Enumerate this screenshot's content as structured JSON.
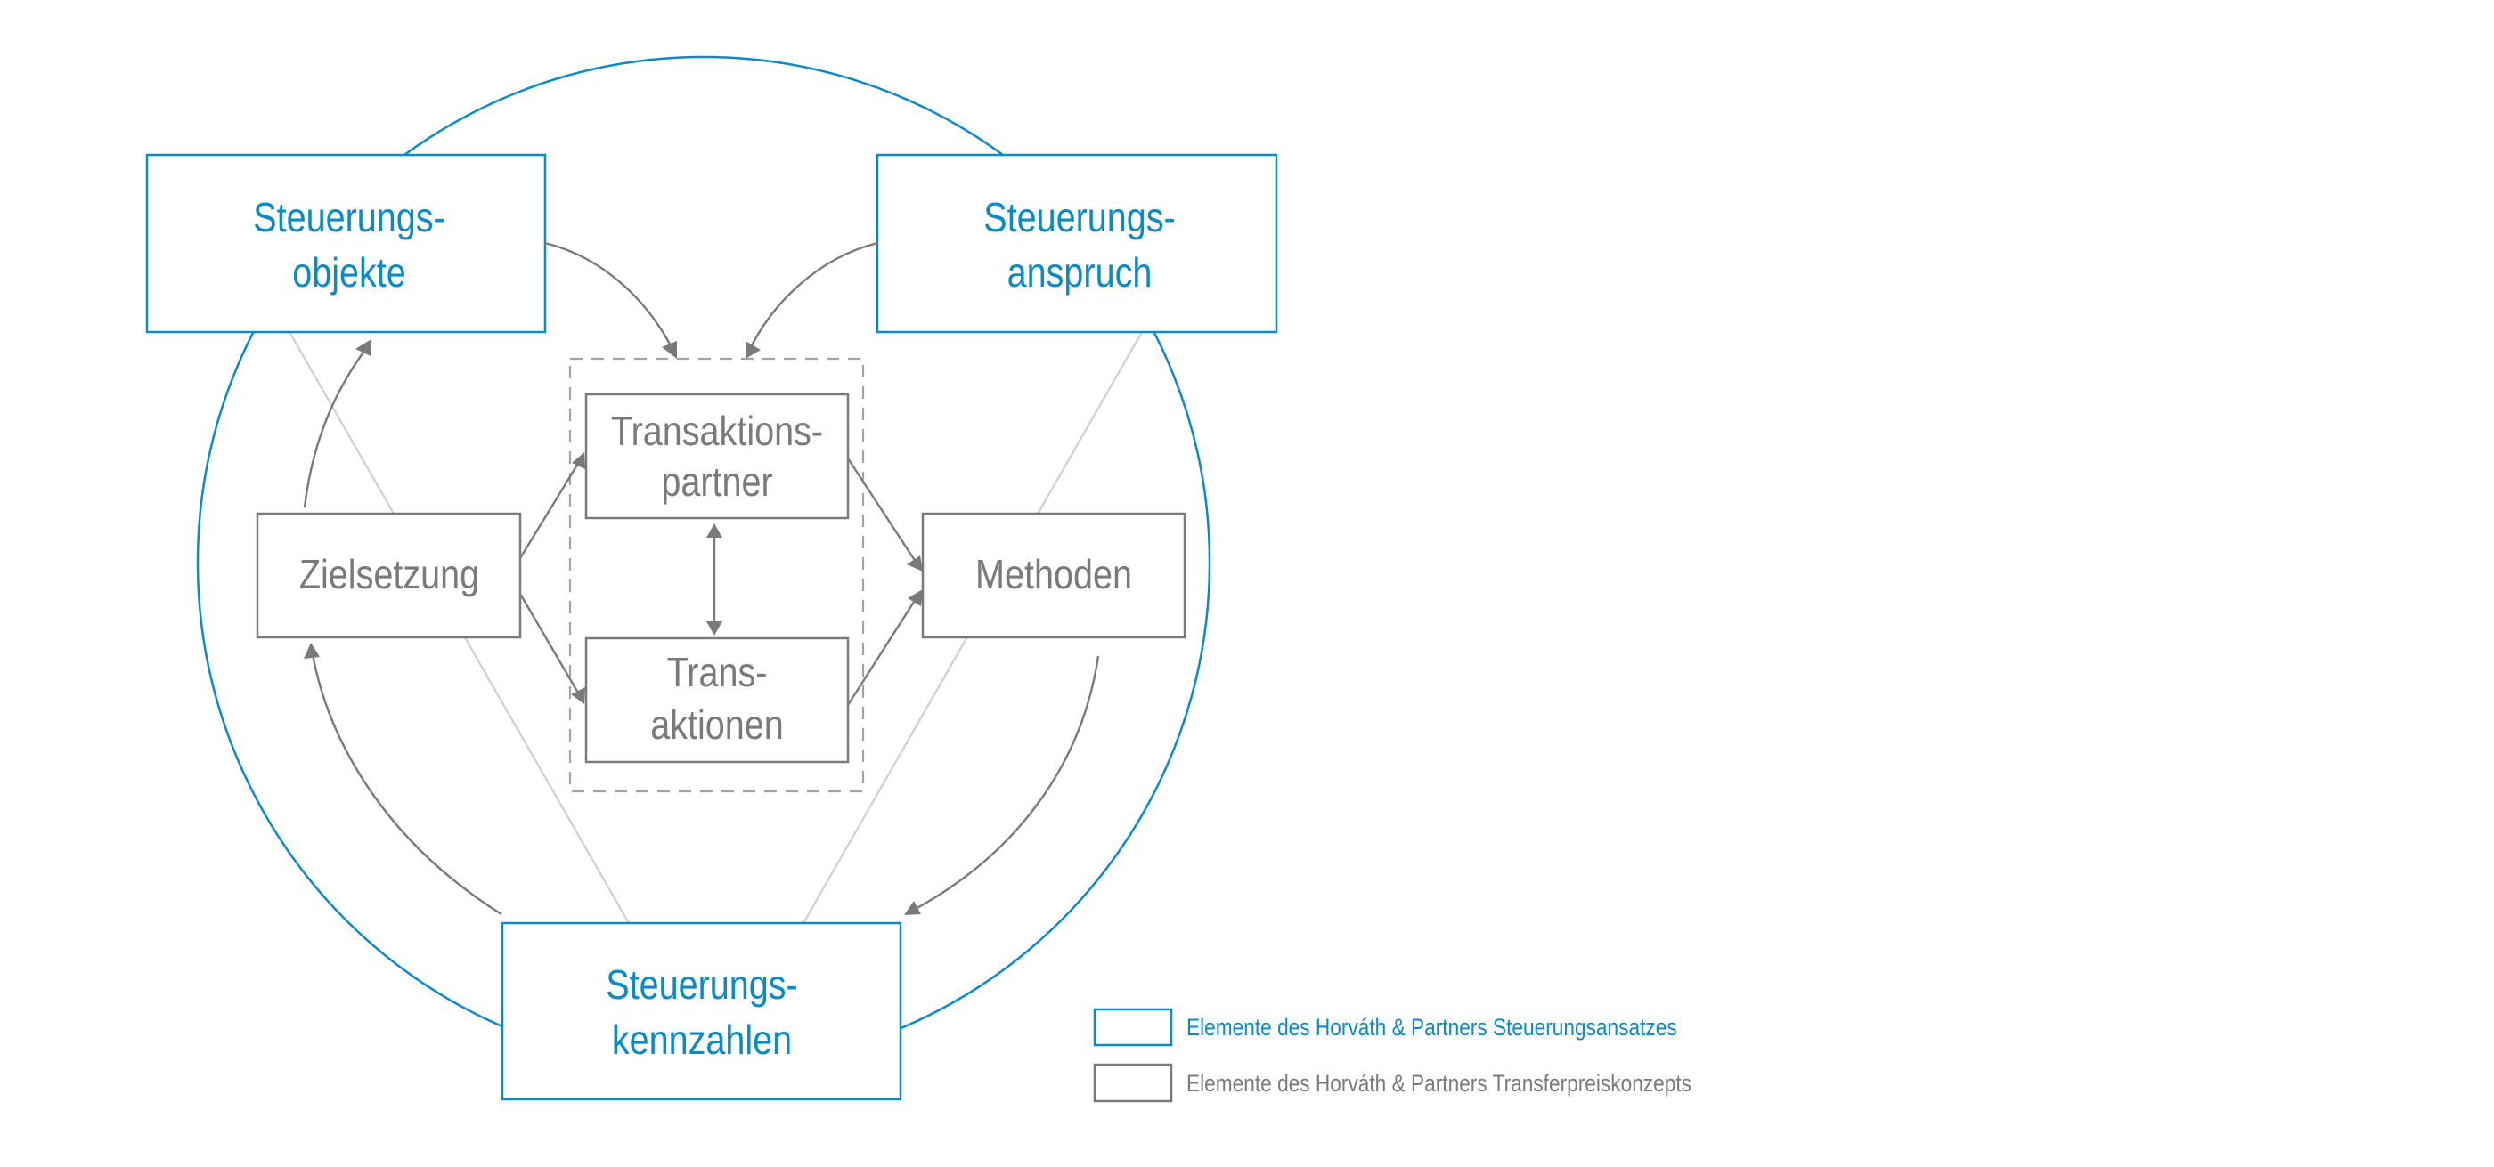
{
  "diagram": {
    "type": "cycle-diagram",
    "colors": {
      "accent_blue": "#0a8ac6",
      "grey": "#7a7a7a",
      "light_grey": "#cfcfcf",
      "dashed": "#a3a3a3"
    },
    "nodes": {
      "steuerungsobjekte": {
        "line1": "Steuerungs-",
        "line2": "objekte",
        "group": "steuerungsansatz"
      },
      "steuerungsanspruch": {
        "line1": "Steuerungs-",
        "line2": "anspruch",
        "group": "steuerungsansatz"
      },
      "steuerungskennzahlen": {
        "line1": "Steuerungs-",
        "line2": "kennzahlen",
        "group": "steuerungsansatz"
      },
      "zielsetzung": {
        "line1": "Zielsetzung",
        "group": "transferpreiskonzept"
      },
      "methoden": {
        "line1": "Methoden",
        "group": "transferpreiskonzept"
      },
      "transaktionspartner": {
        "line1": "Transaktions-",
        "line2": "partner",
        "group": "transferpreiskonzept"
      },
      "transaktionen": {
        "line1": "Trans-",
        "line2": "aktionen",
        "group": "transferpreiskonzept"
      }
    },
    "edges": [
      {
        "from": "steuerungsobjekte",
        "to": "transaktions-group",
        "style": "arrow"
      },
      {
        "from": "steuerungsanspruch",
        "to": "transaktions-group",
        "style": "arrow"
      },
      {
        "from": "zielsetzung",
        "to": "steuerungsobjekte",
        "style": "arrow"
      },
      {
        "from": "zielsetzung",
        "to": "transaktionspartner",
        "style": "arrow"
      },
      {
        "from": "zielsetzung",
        "to": "transaktionen",
        "style": "arrow"
      },
      {
        "from": "transaktionspartner",
        "to": "transaktionen",
        "style": "double-arrow"
      },
      {
        "from": "transaktionspartner",
        "to": "methoden",
        "style": "arrow"
      },
      {
        "from": "transaktionen",
        "to": "methoden",
        "style": "arrow"
      },
      {
        "from": "methoden",
        "to": "steuerungskennzahlen",
        "style": "arrow"
      },
      {
        "from": "steuerungskennzahlen",
        "to": "zielsetzung",
        "style": "arrow"
      },
      {
        "from": "steuerungsobjekte",
        "to": "steuerungskennzahlen",
        "style": "light-line"
      },
      {
        "from": "steuerungsanspruch",
        "to": "steuerungskennzahlen",
        "style": "light-line"
      }
    ]
  },
  "legend": {
    "items": [
      {
        "label": "Elemente des Horváth & Partners Steuerungsansatzes",
        "color": "#0a8ac6"
      },
      {
        "label": "Elemente des Horváth & Partners Transferpreiskonzepts",
        "color": "#7a7a7a"
      }
    ]
  }
}
